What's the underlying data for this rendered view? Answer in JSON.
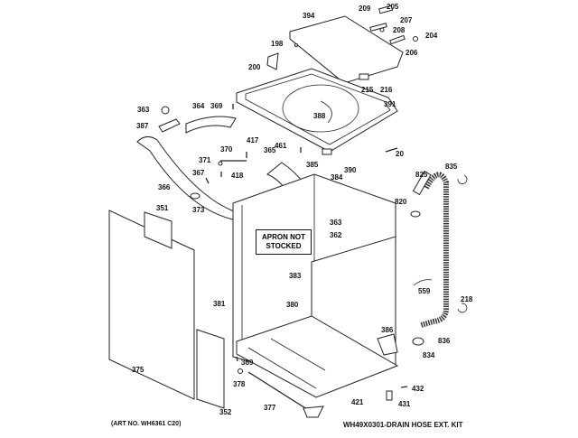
{
  "title": "Washer cabinet & top exploded parts diagram",
  "art_number": "(ART NO. WH6361 C20)",
  "kit_note": "WH49X0301-DRAIN HOSE EXT. KIT",
  "apron_note": [
    "APRON NOT",
    "STOCKED"
  ],
  "callouts": [
    {
      "id": "394",
      "text": "394"
    },
    {
      "id": "209",
      "text": "209"
    },
    {
      "id": "205",
      "text": "205"
    },
    {
      "id": "207",
      "text": "207"
    },
    {
      "id": "208",
      "text": "208"
    },
    {
      "id": "204",
      "text": "204"
    },
    {
      "id": "206",
      "text": "206"
    },
    {
      "id": "198",
      "text": "198"
    },
    {
      "id": "200",
      "text": "200"
    },
    {
      "id": "215",
      "text": "215"
    },
    {
      "id": "216",
      "text": "216"
    },
    {
      "id": "391",
      "text": "391"
    },
    {
      "id": "388",
      "text": "388"
    },
    {
      "id": "363a",
      "text": "363"
    },
    {
      "id": "364",
      "text": "364"
    },
    {
      "id": "369a",
      "text": "369"
    },
    {
      "id": "387",
      "text": "387"
    },
    {
      "id": "417",
      "text": "417"
    },
    {
      "id": "370",
      "text": "370"
    },
    {
      "id": "371",
      "text": "371"
    },
    {
      "id": "418",
      "text": "418"
    },
    {
      "id": "367",
      "text": "367"
    },
    {
      "id": "366",
      "text": "366"
    },
    {
      "id": "373",
      "text": "373"
    },
    {
      "id": "461",
      "text": "461"
    },
    {
      "id": "365",
      "text": "365"
    },
    {
      "id": "385",
      "text": "385"
    },
    {
      "id": "384",
      "text": "384"
    },
    {
      "id": "390",
      "text": "390"
    },
    {
      "id": "20",
      "text": "20"
    },
    {
      "id": "835",
      "text": "835"
    },
    {
      "id": "825",
      "text": "825"
    },
    {
      "id": "820",
      "text": "820"
    },
    {
      "id": "351",
      "text": "351"
    },
    {
      "id": "363b",
      "text": "363"
    },
    {
      "id": "362",
      "text": "362"
    },
    {
      "id": "383",
      "text": "383"
    },
    {
      "id": "380",
      "text": "380"
    },
    {
      "id": "381",
      "text": "381"
    },
    {
      "id": "559",
      "text": "559"
    },
    {
      "id": "218",
      "text": "218"
    },
    {
      "id": "386",
      "text": "386"
    },
    {
      "id": "836",
      "text": "836"
    },
    {
      "id": "834",
      "text": "834"
    },
    {
      "id": "375",
      "text": "375"
    },
    {
      "id": "369b",
      "text": "369"
    },
    {
      "id": "378",
      "text": "378"
    },
    {
      "id": "352",
      "text": "352"
    },
    {
      "id": "377",
      "text": "377"
    },
    {
      "id": "421",
      "text": "421"
    },
    {
      "id": "432",
      "text": "432"
    },
    {
      "id": "431",
      "text": "431"
    }
  ]
}
